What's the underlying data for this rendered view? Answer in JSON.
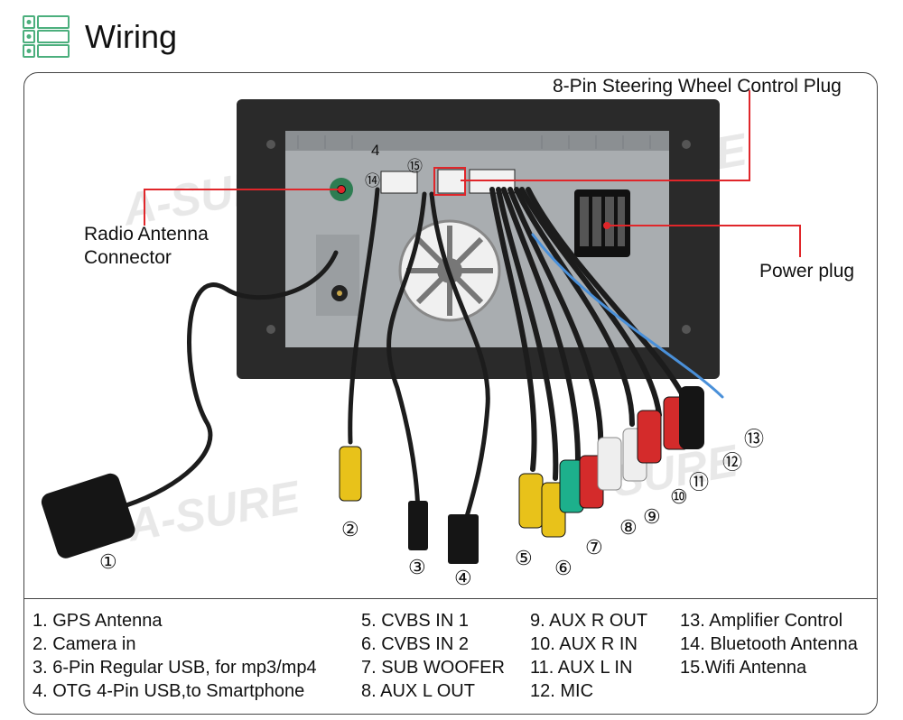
{
  "header": {
    "title": "Wiring",
    "icon": "list-icon",
    "accent_color": "#4caf7d"
  },
  "diagram": {
    "steering_label": "8-Pin Steering Wheel Control Plug",
    "antenna_label_line1": "Radio Antenna",
    "antenna_label_line2": "Connector",
    "power_label": "Power plug",
    "watermark": "A-SURE",
    "callout_color": "#e0262a",
    "numbers": [
      "①",
      "②",
      "③",
      "④",
      "⑤",
      "⑥",
      "⑦",
      "⑧",
      "⑨",
      "⑩",
      "⑪",
      "⑫",
      "⑬",
      "⑭",
      "⑮"
    ],
    "top_marks": {
      "fourteen": "14",
      "fifteen": "15",
      "four": "4"
    }
  },
  "legend": {
    "col1": [
      "1. GPS Antenna",
      "2. Camera in",
      "3. 6-Pin Regular USB, for mp3/mp4",
      "4. OTG 4-Pin USB,to Smartphone"
    ],
    "col2": [
      "5. CVBS IN 1",
      "6. CVBS IN 2",
      "7. SUB WOOFER",
      "8. AUX L OUT"
    ],
    "col3": [
      "9. AUX R OUT",
      "10. AUX R IN",
      "11. AUX L IN",
      "12. MIC"
    ],
    "col4": [
      "13. Amplifier Control",
      "14. Bluetooth Antenna",
      "15.Wifi Antenna"
    ]
  }
}
